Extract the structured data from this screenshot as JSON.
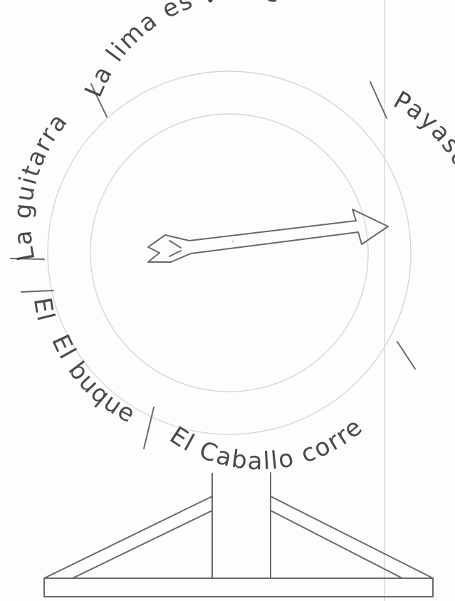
{
  "wheel": {
    "segments": [
      {
        "id": "la-lima",
        "label": "La lima es verde"
      },
      {
        "id": "payaso",
        "label": "Payaso chistoso"
      },
      {
        "id": "caballo",
        "label": "El Caballo corre"
      },
      {
        "id": "buque",
        "label": "El buque"
      },
      {
        "id": "el",
        "label": "El"
      },
      {
        "id": "guitarra",
        "label": "La guitarra"
      }
    ],
    "pointer": {
      "dot": "·"
    }
  },
  "colors": {
    "ink": "#4a4a4a",
    "line": "#6a6a6a",
    "faint": "#d6d6d6",
    "paper": "#fdfdfb"
  },
  "icons": {
    "arrow": "arrow-pointer-icon"
  }
}
